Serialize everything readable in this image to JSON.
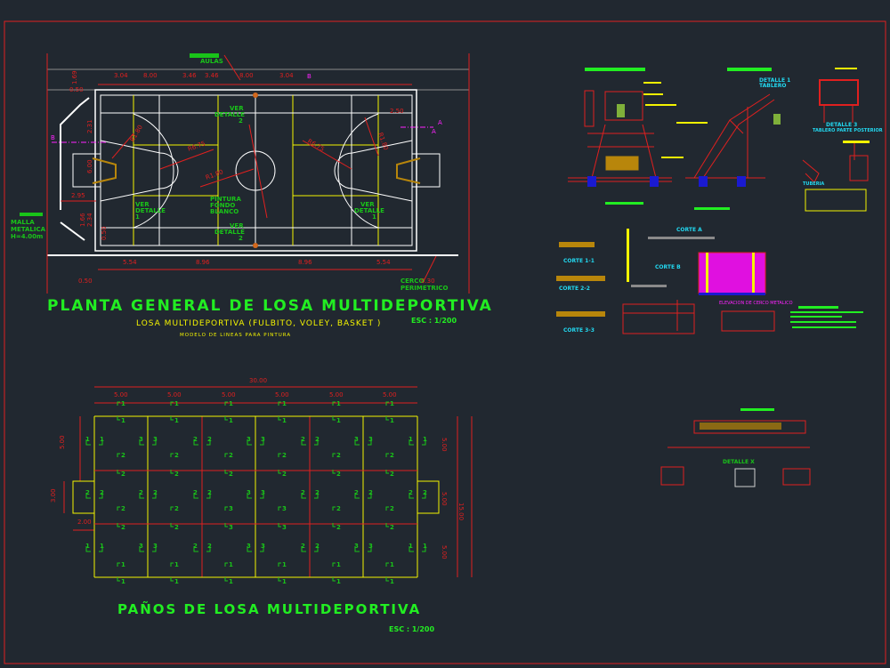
{
  "colors": {
    "background": "#212830",
    "frame": "#e0201f",
    "court_lines": "#ffffff",
    "paint_lines": "#f4f400",
    "titles": "#22ee22",
    "dimensions": "#e0201f",
    "section_marks": "#19c419"
  },
  "plan": {
    "title": "PLANTA GENERAL DE LOSA MULTIDEPORTIVA",
    "subtitle": "LOSA MULTIDEPORTIVA (FULBITO, VOLEY, BASKET )",
    "note": "MODELO DE LINEAS PARA PINTURA",
    "scale": "ESC : 1/200",
    "label_aulas": "AULAS",
    "label_malla": [
      "MALLA",
      "METALICA",
      "H=4.00m"
    ],
    "label_cerco": [
      "CERCO",
      "PERIMETRICO"
    ],
    "ver_detalle_1": [
      "VER",
      "DETALLE",
      "1"
    ],
    "ver_detalle_2": [
      "VER",
      "DETALLE",
      "2"
    ],
    "pintura": [
      "PINTURA",
      "FONDO",
      "BLANCO"
    ],
    "top_dims": [
      "3.04",
      "8.00",
      "3.46",
      "3.46",
      "8.00",
      "3.04"
    ],
    "bottom_dims": [
      "5.54",
      "8.96",
      "8.96",
      "5.54"
    ],
    "side_dims": [
      "0.50",
      "2.50",
      "0.50",
      "1.69",
      "2.31",
      "6.00",
      "2.95",
      "2.34",
      "1.66",
      "0.50",
      "0.30"
    ],
    "radii": [
      "R1.80",
      "R6.75",
      "R1.80",
      "R6.75",
      "R1.80"
    ],
    "section_marks": [
      "B",
      "B",
      "A",
      "A"
    ]
  },
  "panels": {
    "title": "PAÑOS DE LOSA MULTIDEPORTIVA",
    "scale": "ESC : 1/200",
    "total_dim": "30.00",
    "col_dims": [
      "5.00",
      "5.00",
      "5.00",
      "5.00",
      "5.00",
      "5.00"
    ],
    "row_dims": [
      "5.00",
      "5.00",
      "5.00"
    ],
    "height_total": "15.00",
    "goal_dims": [
      "3.00",
      "2.00"
    ],
    "horizontal_marks": [
      [
        "1",
        "1",
        "1",
        "1",
        "1",
        "1"
      ],
      [
        "2",
        "2",
        "2",
        "2",
        "2",
        "2"
      ],
      [
        "2",
        "2",
        "3",
        "3",
        "2",
        "2"
      ],
      [
        "1",
        "1",
        "1",
        "1",
        "1",
        "1"
      ]
    ],
    "vertical_marks": [
      [
        "1",
        "3",
        "2",
        "3",
        "2",
        "3",
        "1"
      ],
      [
        "2",
        "2",
        "2",
        "3",
        "2",
        "2",
        "2"
      ],
      [
        "1",
        "3",
        "2",
        "3",
        "2",
        "3",
        "1"
      ]
    ]
  },
  "details": {
    "detalle_1": [
      "DETALLE 1",
      "TABLERO"
    ],
    "detalle_3": [
      "DETALLE 3",
      "TABLERO PARTE POSTERIOR"
    ],
    "tuberia": "TUBERIA",
    "corte_a": "CORTE A",
    "corte_b": "CORTE B",
    "corte_1": "CORTE 1-1",
    "corte_2": "CORTE 2-2",
    "corte_3": "CORTE 3-3",
    "elevacion": "ELEVACION DE CERCO METALICO",
    "detalle_x": "DETALLE X"
  }
}
